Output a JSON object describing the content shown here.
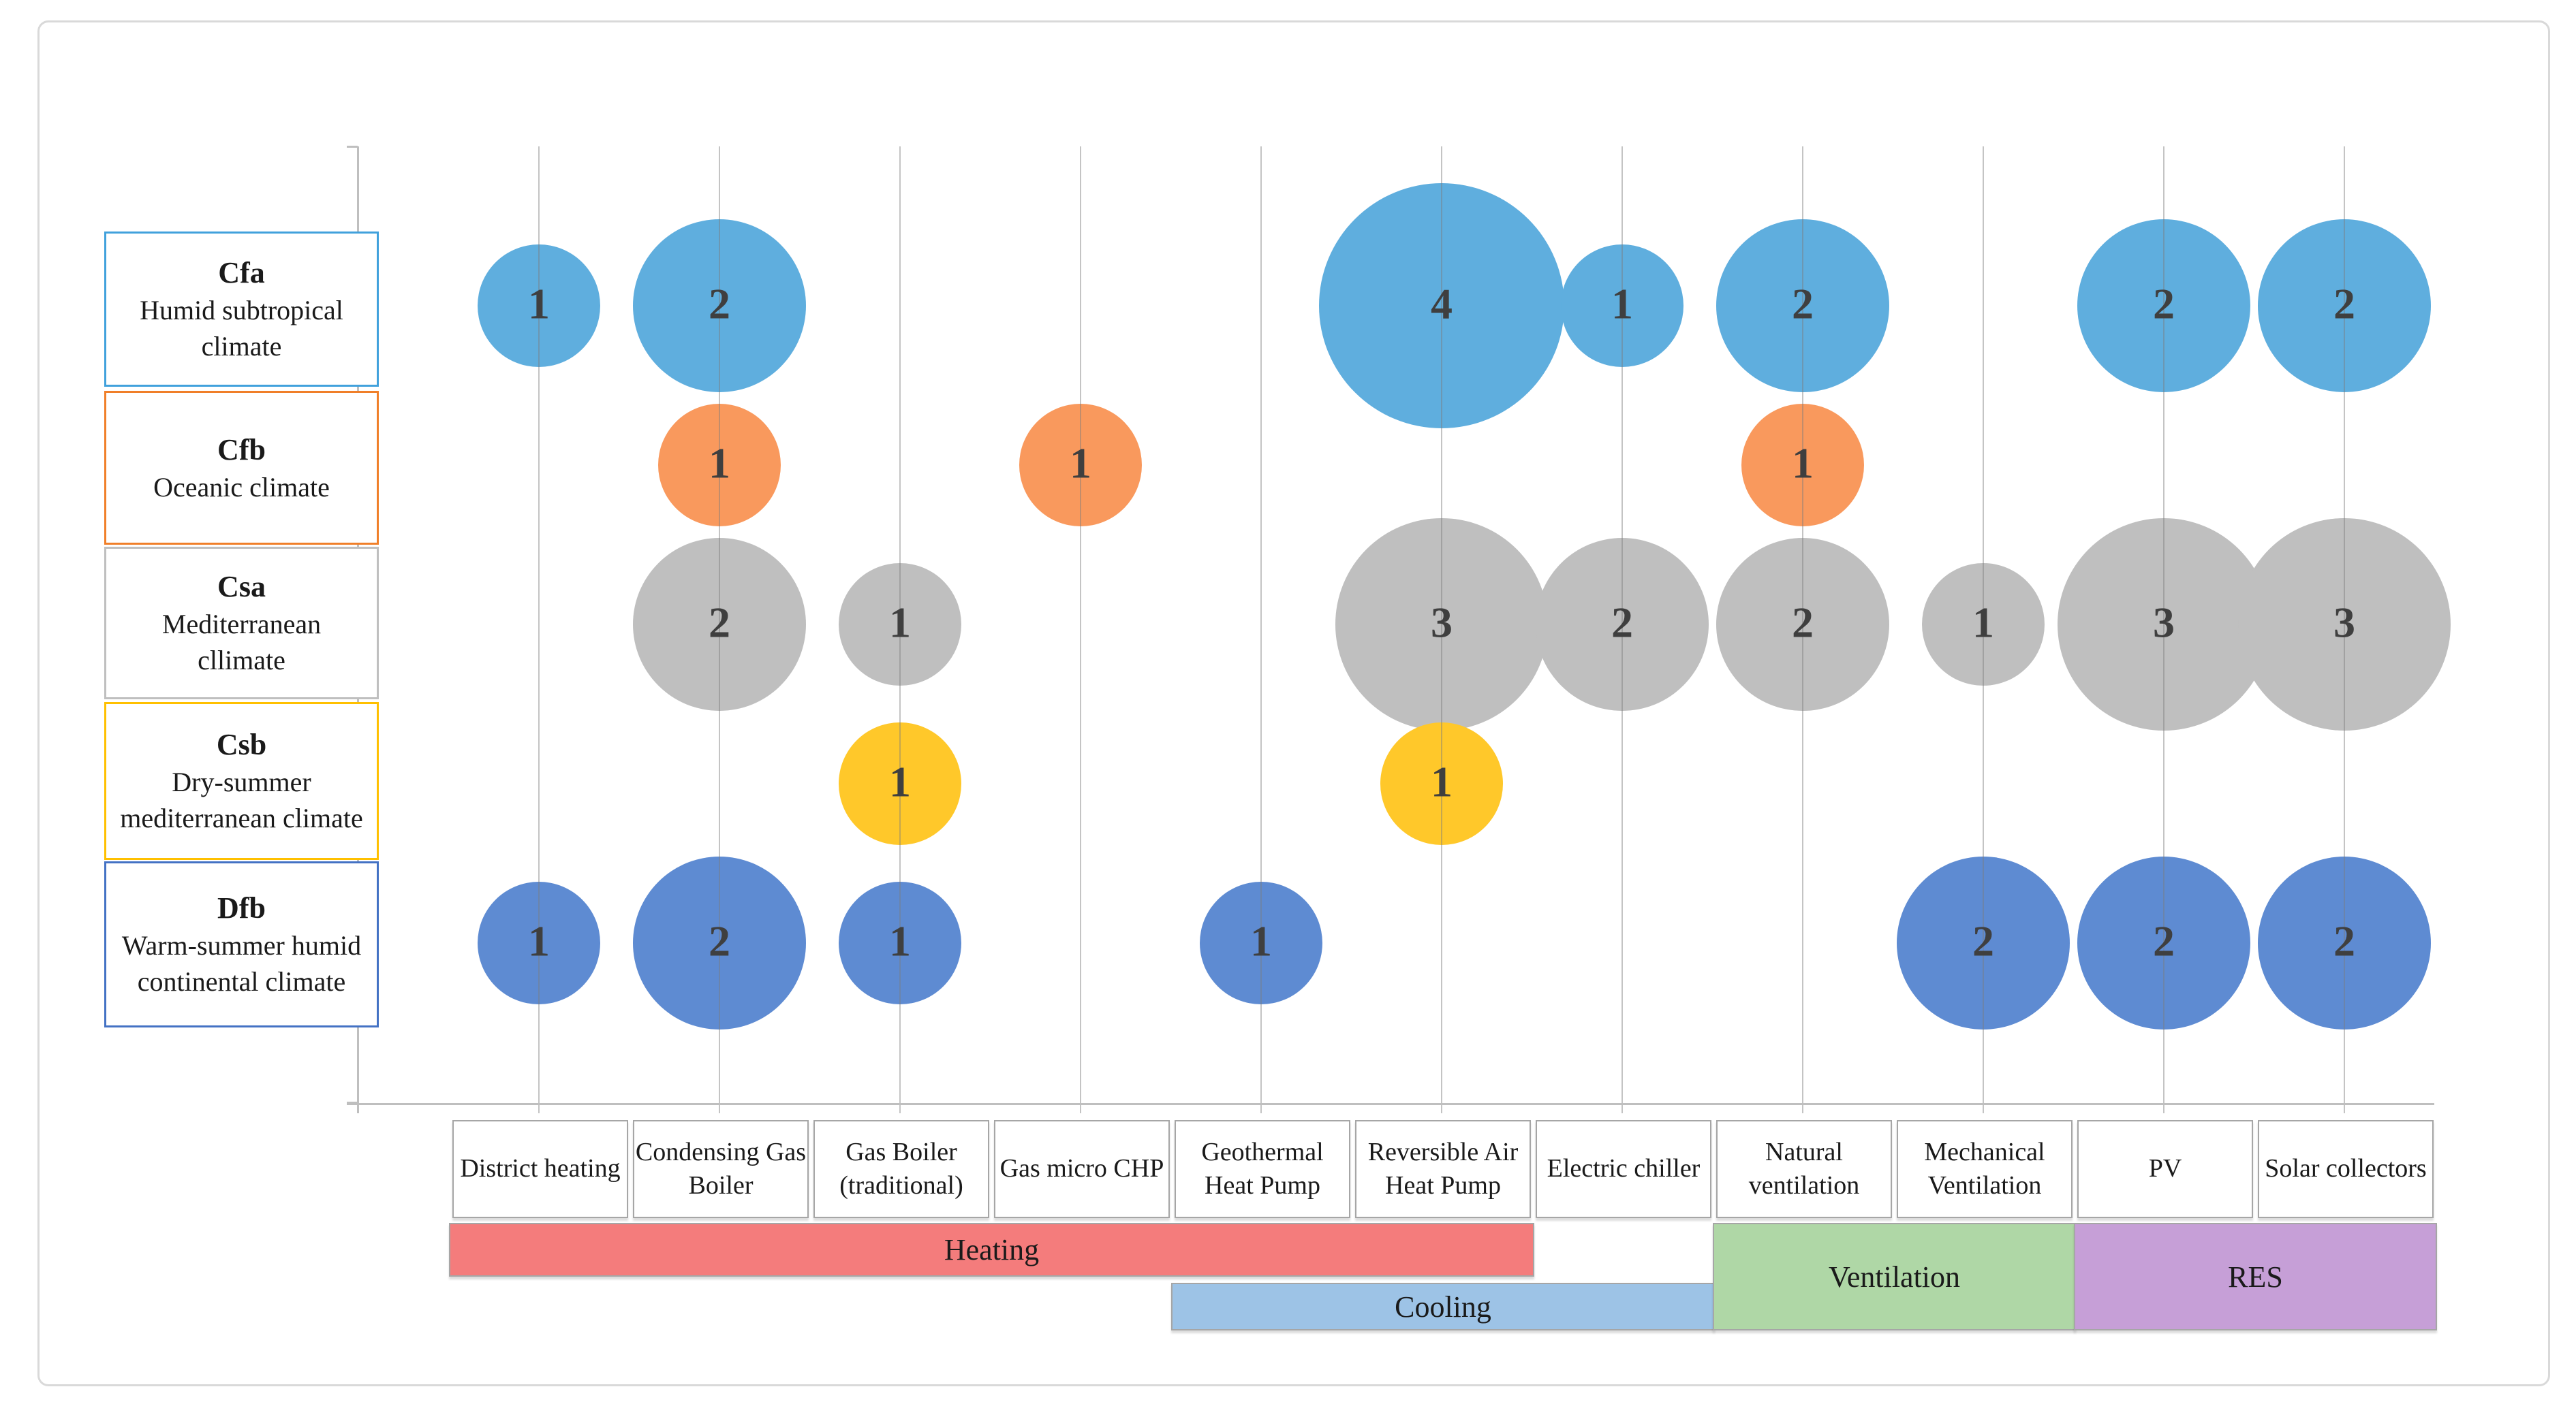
{
  "figure": {
    "background": "#FFFFFF",
    "frame_border_color": "#D9D9D9",
    "axis_color": "#BFBFBF",
    "gridline_color": "#7D7D7D",
    "value_text_color": "#3F3F3F",
    "label_box_border_color": "#A6A6A6"
  },
  "chart_data": {
    "type": "bubble",
    "title": "",
    "xlabel": "",
    "ylabel": "",
    "grid": true,
    "bubble_scale": "area-proportional",
    "legend_position": "left-row-boxes",
    "x_categories": [
      "District heating",
      "Condensing Gas Boiler",
      "Gas Boiler (traditional)",
      "Gas micro CHP",
      "Geothermal Heat Pump",
      "Reversible Air Heat Pump",
      "Electric chiller",
      "Natural ventilation",
      "Mechanical Ventilation",
      "PV",
      "Solar collectors"
    ],
    "rows": [
      {
        "code": "Cfa",
        "label": "Humid subtropical climate",
        "bubble_color": "#5FAEDE",
        "box_border_color": "#41A1DC",
        "values": [
          1,
          2,
          null,
          null,
          null,
          4,
          1,
          2,
          null,
          2,
          2
        ]
      },
      {
        "code": "Cfb",
        "label": "Oceanic climate",
        "bubble_color": "#F9995D",
        "box_border_color": "#F07F29",
        "values": [
          null,
          1,
          null,
          1,
          null,
          null,
          null,
          1,
          null,
          null,
          null
        ]
      },
      {
        "code": "Csa",
        "label": "Mediterranean cllimate",
        "bubble_color": "#BFBFBF",
        "box_border_color": "#BFBFBF",
        "values": [
          null,
          2,
          1,
          null,
          null,
          3,
          2,
          2,
          1,
          3,
          3
        ]
      },
      {
        "code": "Csb",
        "label": "Dry-summer mediterranean climate",
        "bubble_color": "#FFC82A",
        "box_border_color": "#FFC000",
        "values": [
          null,
          null,
          1,
          null,
          null,
          1,
          null,
          null,
          null,
          null,
          null
        ]
      },
      {
        "code": "Dfb",
        "label": "Warm-summer humid continental climate",
        "bubble_color": "#5E8BD2",
        "box_border_color": "#4472C4",
        "values": [
          1,
          2,
          1,
          null,
          1,
          null,
          null,
          null,
          2,
          2,
          2
        ]
      }
    ],
    "category_bars": [
      {
        "label": "Heating",
        "color": "#F47C7C",
        "col_start": 0,
        "col_end": 5,
        "band": "top"
      },
      {
        "label": "Cooling",
        "color": "#9DC3E6",
        "col_start": 4,
        "col_end": 6,
        "band": "bottom"
      },
      {
        "label": "Ventilation",
        "color": "#AFD7A6",
        "col_start": 7,
        "col_end": 8,
        "band": "both"
      },
      {
        "label": "RES",
        "color": "#C69FD7",
        "col_start": 9,
        "col_end": 10,
        "band": "both"
      }
    ]
  }
}
